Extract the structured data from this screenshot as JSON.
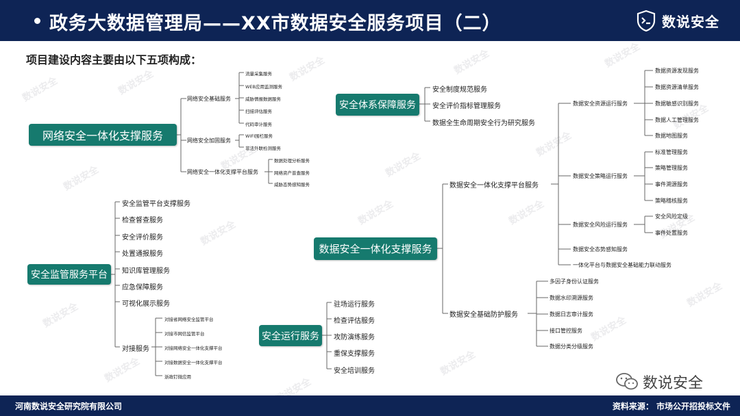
{
  "header": {
    "title": "政务大数据管理局——XX市数据安全服务项目（二）",
    "brand": "数说安全"
  },
  "subtitle": "项目建设内容主要由以下五项构成：",
  "branches": {
    "network": {
      "label": "网络安全一体化支撑服务",
      "groups": [
        {
          "label": "网络安全基础服务",
          "items": [
            "流量采集服务",
            "WEB应用监测服务",
            "威胁情报数据服务",
            "扫描评估服务",
            "代码审计服务"
          ]
        },
        {
          "label": "网络安全加固服务",
          "items": [
            "WIFI围栏服务",
            "非法外联检测服务"
          ]
        },
        {
          "label": "网络安全一体化支撑平台服务",
          "items": [
            "数据处理分析服务",
            "网络资产普查服务",
            "威胁态势感知服务"
          ]
        }
      ]
    },
    "supervision": {
      "label": "安全监管服务平台",
      "items": [
        "安全监管平台支撑服务",
        "检查督查服务",
        "安全评价服务",
        "处置通报服务",
        "知识库管理服务",
        "应急保障服务",
        "可视化展示服务"
      ],
      "docking": {
        "label": "对接服务",
        "items": [
          "对接省网络安全监管平台",
          "对接市网信监管平台",
          "对接网络安全一体化支撑平台",
          "对接数据安全一体化支撑平台",
          "浙政钉微应用"
        ]
      }
    },
    "system": {
      "label": "安全体系保障服务",
      "items": [
        "安全制度规范服务",
        "安全评价指标管理服务",
        "数据全生命周期安全行为研究服务"
      ]
    },
    "operation": {
      "label": "安全运行服务",
      "items": [
        "驻场运行服务",
        "检查评估服务",
        "攻防演练服务",
        "重保支撑服务",
        "安全培训服务"
      ]
    },
    "data": {
      "label": "数据安全一体化支撑服务",
      "platform": {
        "label": "数据安全一体化支撑平台服务",
        "groups": [
          {
            "label": "数据安全资源运行服务",
            "items": [
              "数据资源发现服务",
              "数据资源清单服务",
              "数据敏感识别服务",
              "数据人工管理服务",
              "数据地图服务"
            ]
          },
          {
            "label": "数据安全策略运行服务",
            "items": [
              "标准管理服务",
              "策略管理服务",
              "事件溯源服务",
              "策略稽核服务"
            ]
          },
          {
            "label": "数据安全风险运行服务",
            "items": [
              "安全风险定级",
              "事件处置服务"
            ]
          }
        ],
        "extra": [
          "数据安全态势感知服务",
          "一体化平台与数据安全基础能力联动服务"
        ]
      },
      "basic": {
        "label": "数据安全基础防护服务",
        "items": [
          "多因子身份认证服务",
          "数据水印溯源服务",
          "数据日志审计服务",
          "接口管控服务",
          "数据分类分级服务"
        ]
      }
    }
  },
  "wechat": "数说安全",
  "footer": {
    "left": "河南数说安全研究院有限公司",
    "right": "资料来源：  市场公开招投标文件"
  },
  "watermark": "数说安全",
  "colors": {
    "header": "#0e2455",
    "box": "#167a6e",
    "line": "#666666"
  }
}
